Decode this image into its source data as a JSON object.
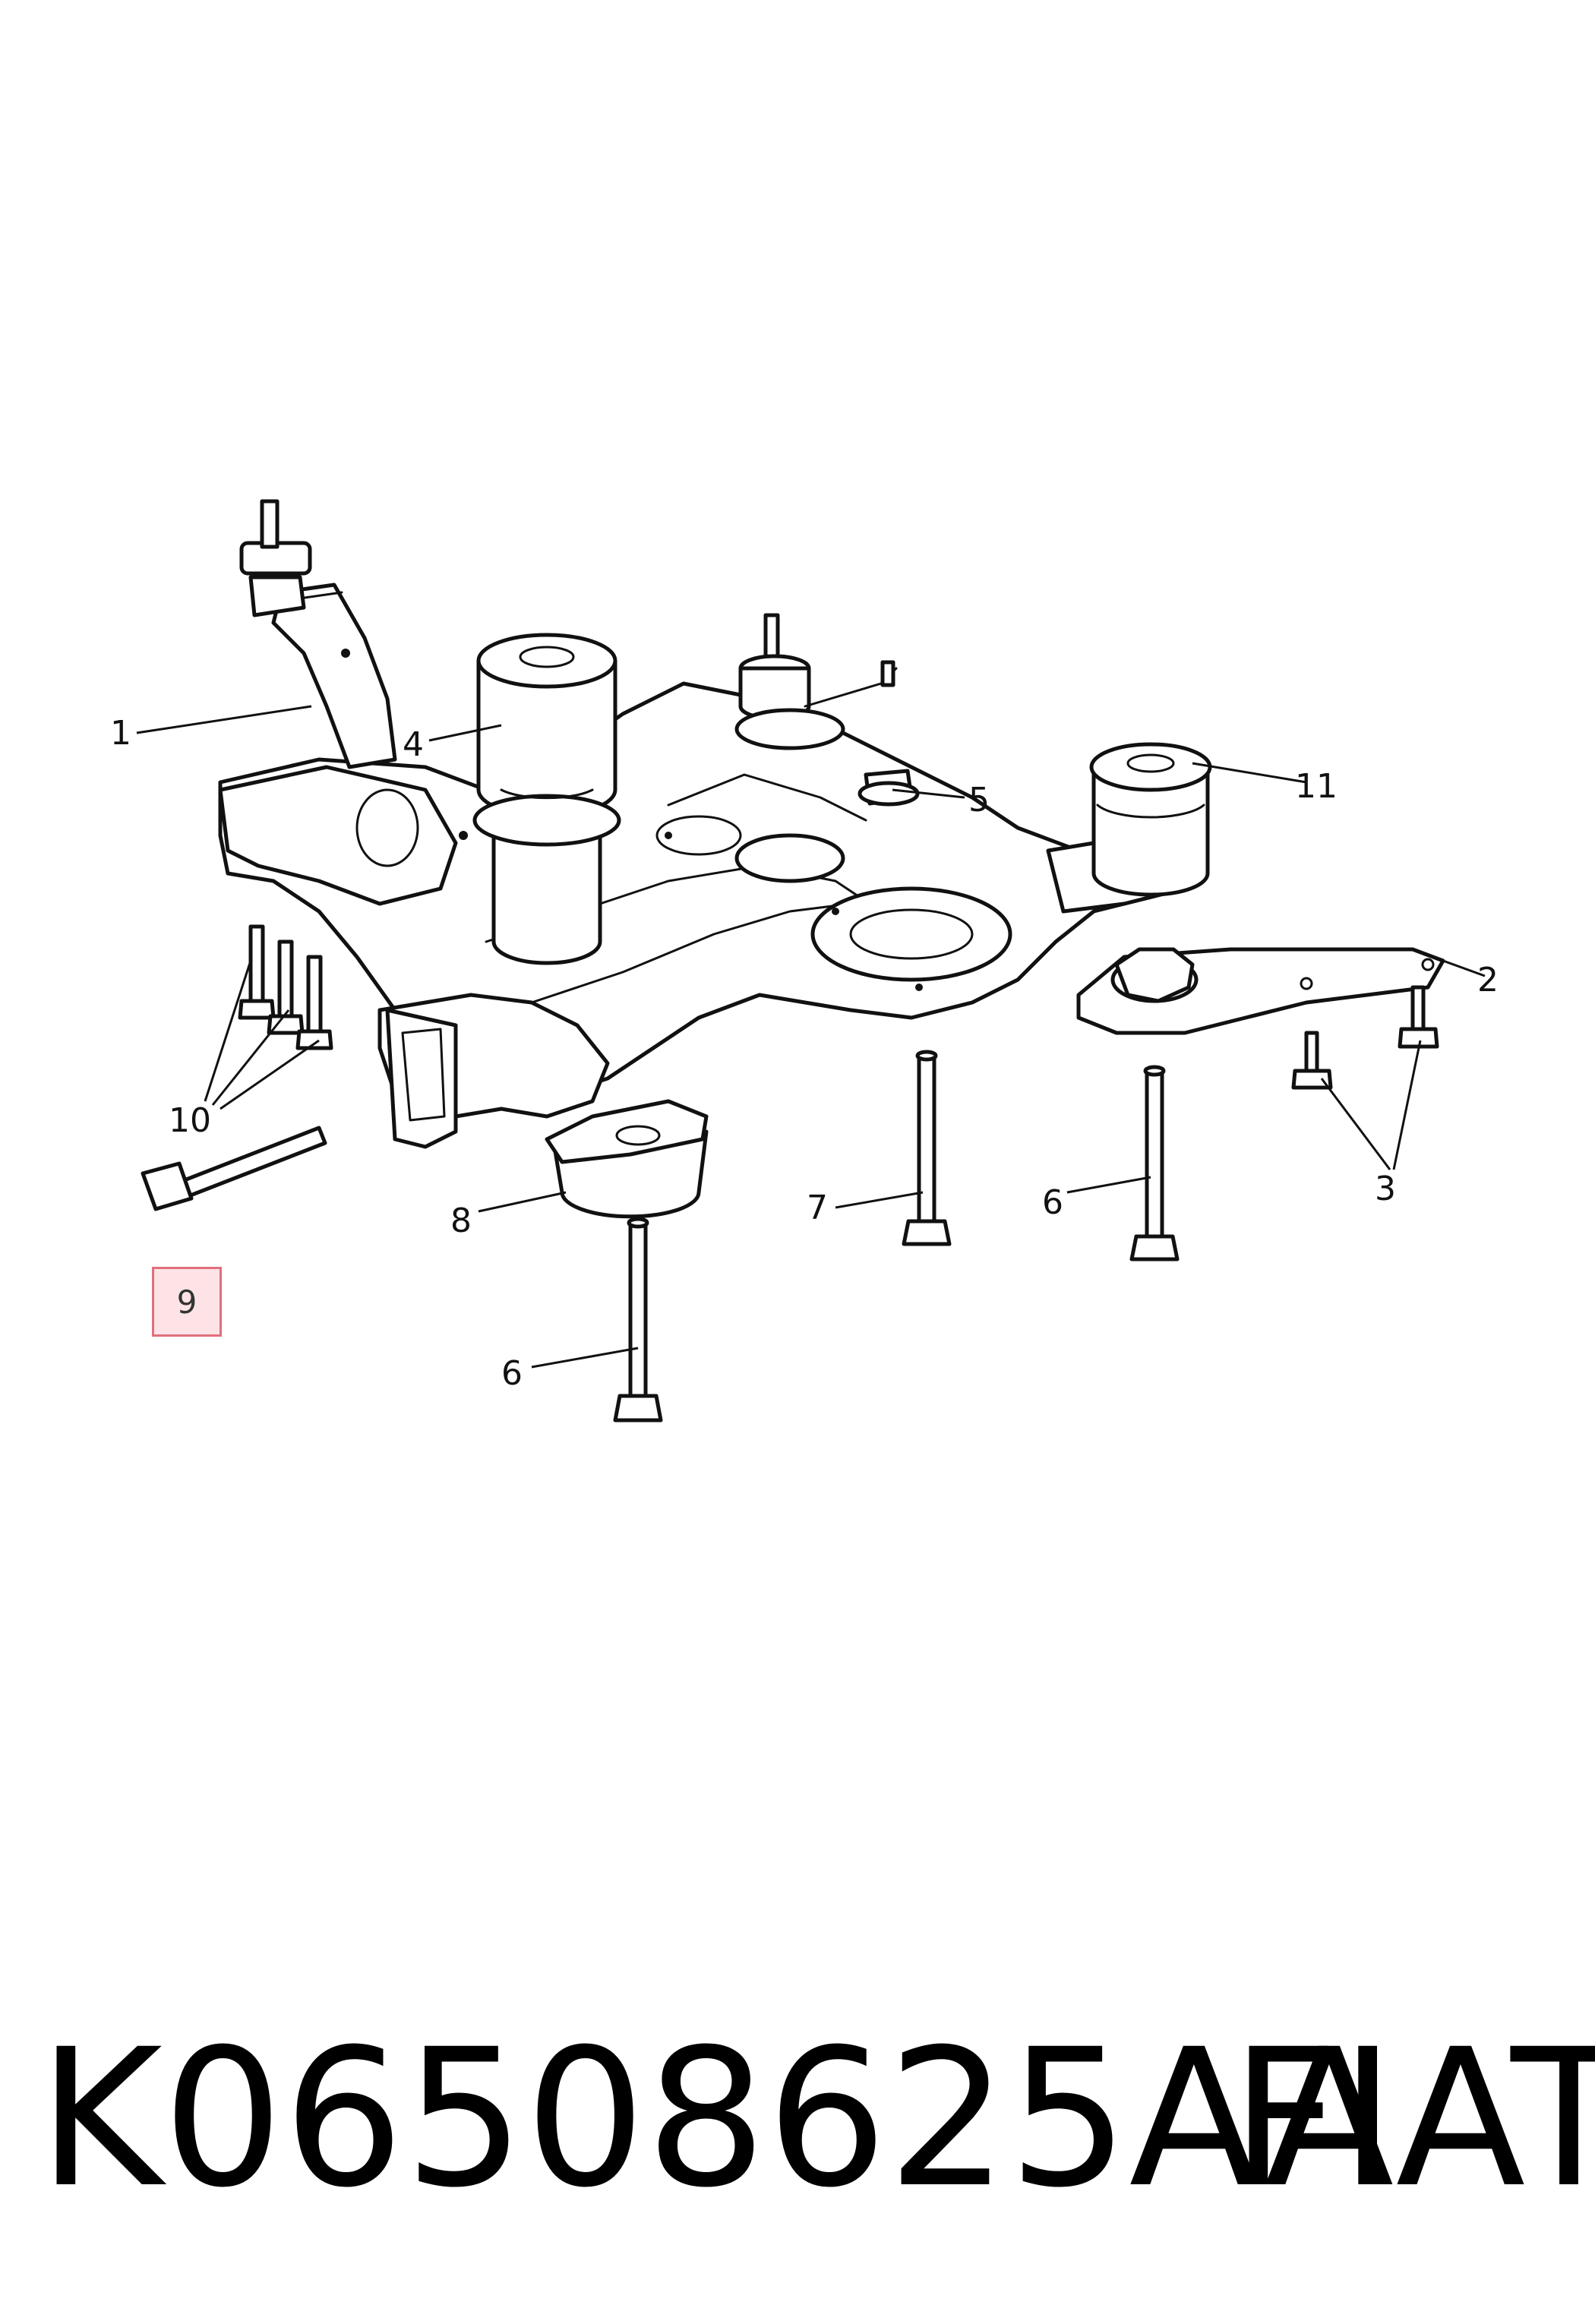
{
  "callouts": {
    "c1": "1",
    "c2": "2",
    "c3": "3",
    "c4": "4",
    "c5": "5",
    "c6a": "6",
    "c6b": "6",
    "c7": "7",
    "c8": "8",
    "c9": "9",
    "c10": "10",
    "c11": "11"
  },
  "highlight_color": "#fde3e6",
  "footer": {
    "part_number": "K06508625AA",
    "brand": "FIAT"
  }
}
